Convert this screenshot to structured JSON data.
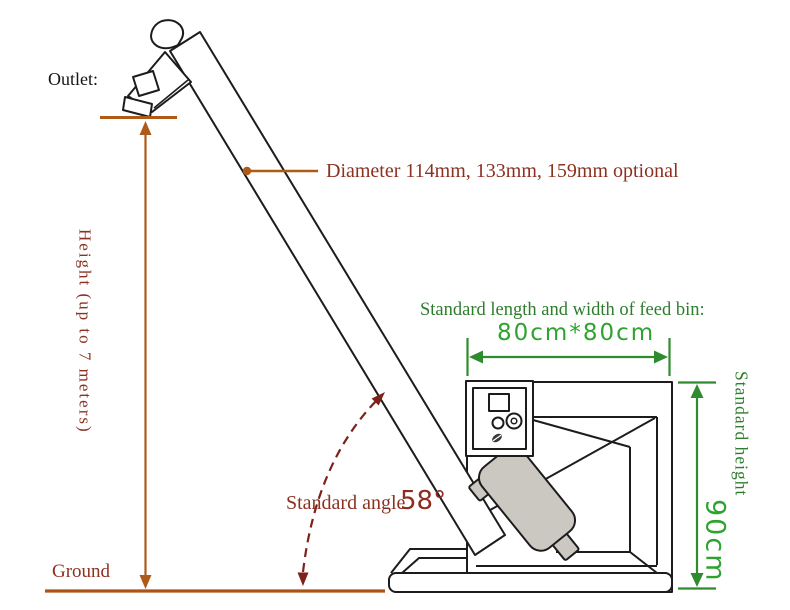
{
  "labels": {
    "outlet": "Outlet:",
    "height": "Height (up to 7 meters)",
    "diameter": "Diameter 114mm, 133mm, 159mm optional",
    "feed_bin_caption": "Standard length and width of feed bin:",
    "feed_bin_size": "80cm*80cm",
    "standard_height_caption": "Standard height",
    "standard_height_value": "90cm",
    "angle_caption": "Standard angle",
    "angle_value": "58°",
    "ground": "Ground"
  },
  "colors": {
    "dimension_orange": "#b05a17",
    "ground_line_orange": "#ad5313",
    "annotation_dark_red": "#8c3122",
    "angle_arc_maroon": "#7d211a",
    "green_serif": "#2e7d2e",
    "green_value": "#2fa32f",
    "green_arrow": "#2e8b2e",
    "line_black": "#1c1c1c",
    "motor_gray": "#cbc8c2"
  },
  "machine": {
    "parts": [
      "outlet-spout",
      "conveyor-tube",
      "tube-cap",
      "drive-motor",
      "control-panel",
      "feed-bin",
      "hopper",
      "base-skid"
    ]
  }
}
